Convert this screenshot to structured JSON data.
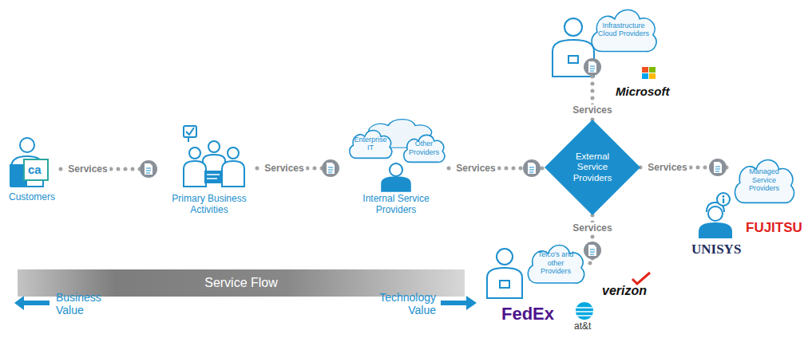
{
  "diagram": {
    "nodes": [
      {
        "text": [
          "Customers"
        ]
      },
      {
        "text": [
          "Primary Business Activities"
        ]
      },
      {
        "text": [
          "Internal Service Providers"
        ]
      },
      {
        "text": [
          "Enterprise IT"
        ],
        "in": 2
      },
      {
        "text": [
          "Other Providers"
        ],
        "in": 2
      },
      {
        "text": [
          "External Service Providers"
        ]
      },
      {
        "text": [
          "Infrastructure Cloud Providers"
        ]
      },
      {
        "text": [
          "Managed Service Providers"
        ]
      },
      {
        "text": [
          "Telco's and other Providers"
        ]
      },
      {
        "text": [
          "Service Flow"
        ]
      }
    ],
    "edges": [
      {
        "from": 0,
        "to": 1,
        "label": "Services",
        "arrow": "none"
      },
      {
        "from": 1,
        "to": 2,
        "label": "Services",
        "arrow": "none"
      },
      {
        "from": 2,
        "to": 5,
        "label": "Services",
        "arrow": "none"
      },
      {
        "from": 5,
        "to": 6,
        "label": "Services",
        "arrow": "none"
      },
      {
        "from": 5,
        "to": 7,
        "label": "Services",
        "arrow": "none"
      },
      {
        "from": 5,
        "to": 8,
        "label": "Services",
        "arrow": "none"
      }
    ],
    "labels": [
      "ca",
      "Microsoft",
      "FUJITSU",
      "UNISYS",
      "verizon",
      "FedEx",
      "at&t",
      "Business Value",
      "Technology Value"
    ]
  }
}
